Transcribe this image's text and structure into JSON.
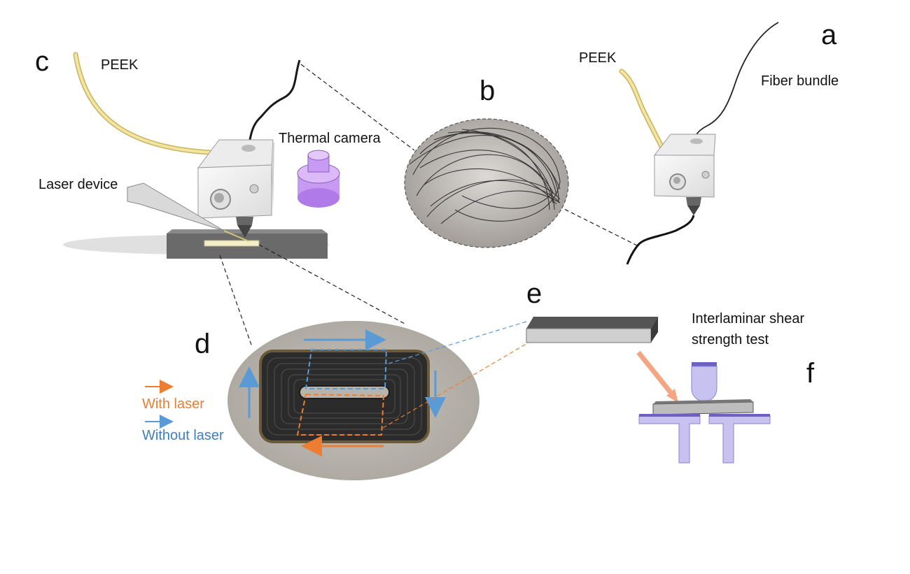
{
  "panels": {
    "a": "a",
    "b": "b",
    "c": "c",
    "d": "d",
    "e": "e",
    "f": "f"
  },
  "labels": {
    "peek_a": "PEEK",
    "fiber_bundle": "Fiber bundle",
    "peek_c": "PEEK",
    "thermal_camera": "Thermal camera",
    "laser_device": "Laser device",
    "shear_test_line1": "Interlaminar shear",
    "shear_test_line2": "strength test"
  },
  "legend": {
    "with_laser": "With laser",
    "without_laser": "Without laser"
  },
  "colors": {
    "laser": "#ed7d31",
    "no_laser": "#5b9bd5",
    "fixture": "#c8c2f0",
    "peek": "#e8d68a",
    "camera": "#c79bf2"
  }
}
